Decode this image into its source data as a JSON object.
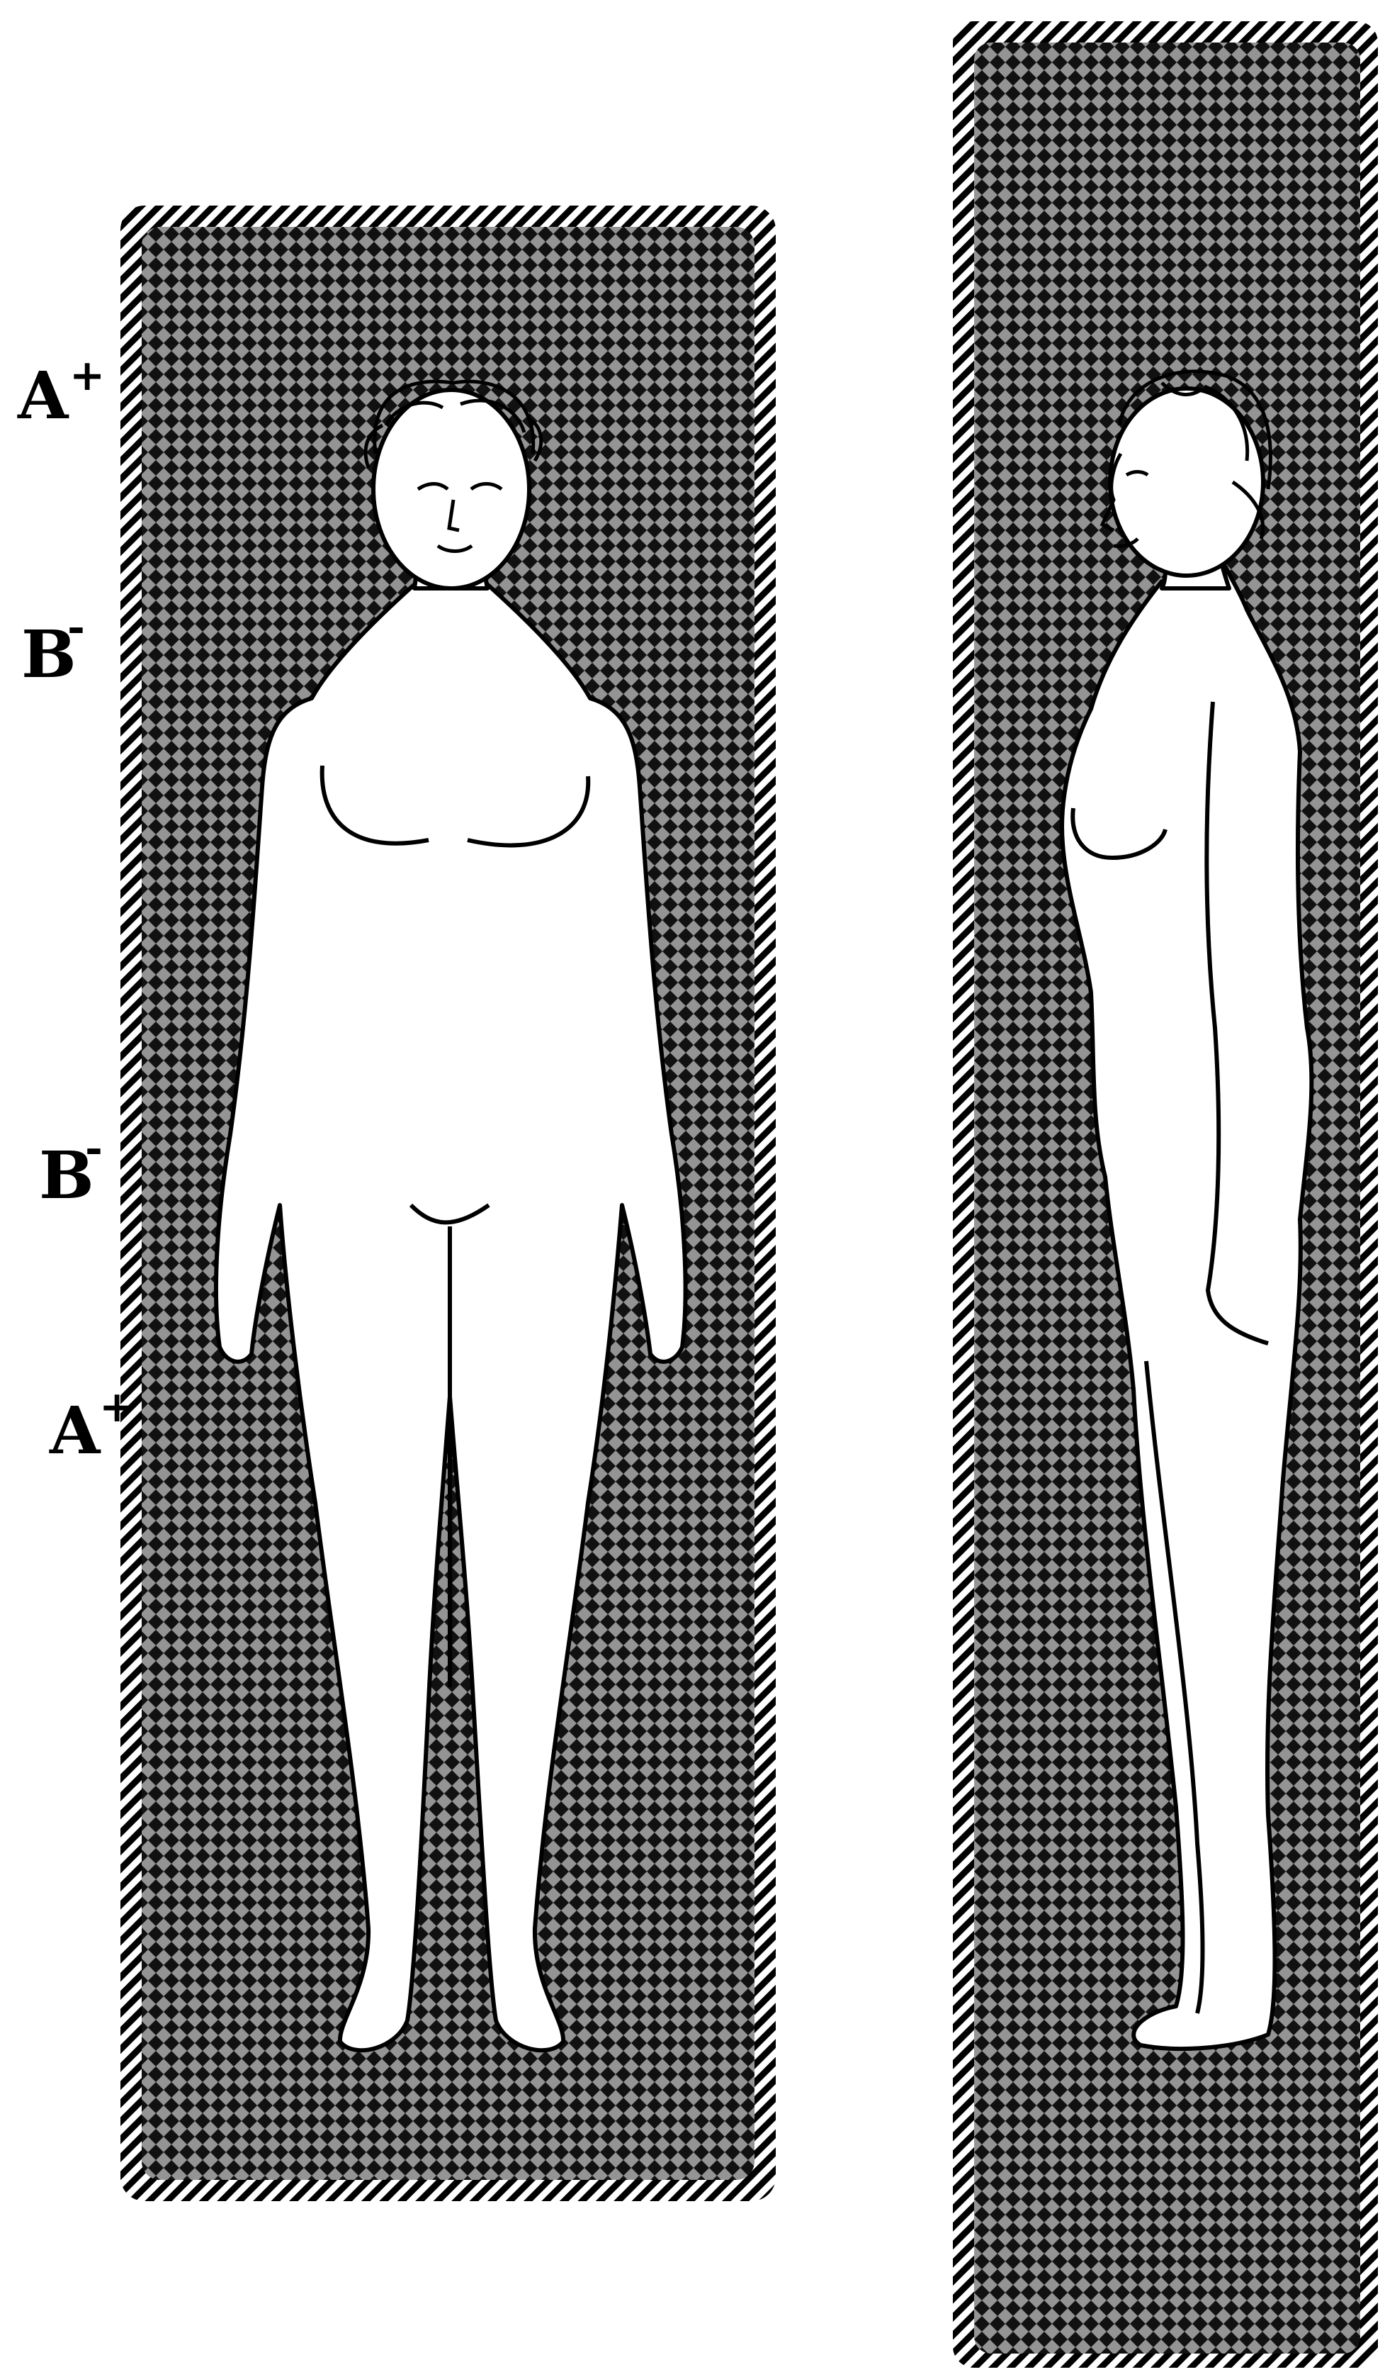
{
  "figure": {
    "markers": [
      {
        "letter": "A",
        "sign": "+"
      },
      {
        "letter": "B",
        "sign": "-"
      },
      {
        "letter": "B",
        "sign": "-"
      },
      {
        "letter": "A",
        "sign": "+"
      }
    ]
  },
  "colors": {
    "ink": "#000000",
    "paper": "#ffffff"
  }
}
